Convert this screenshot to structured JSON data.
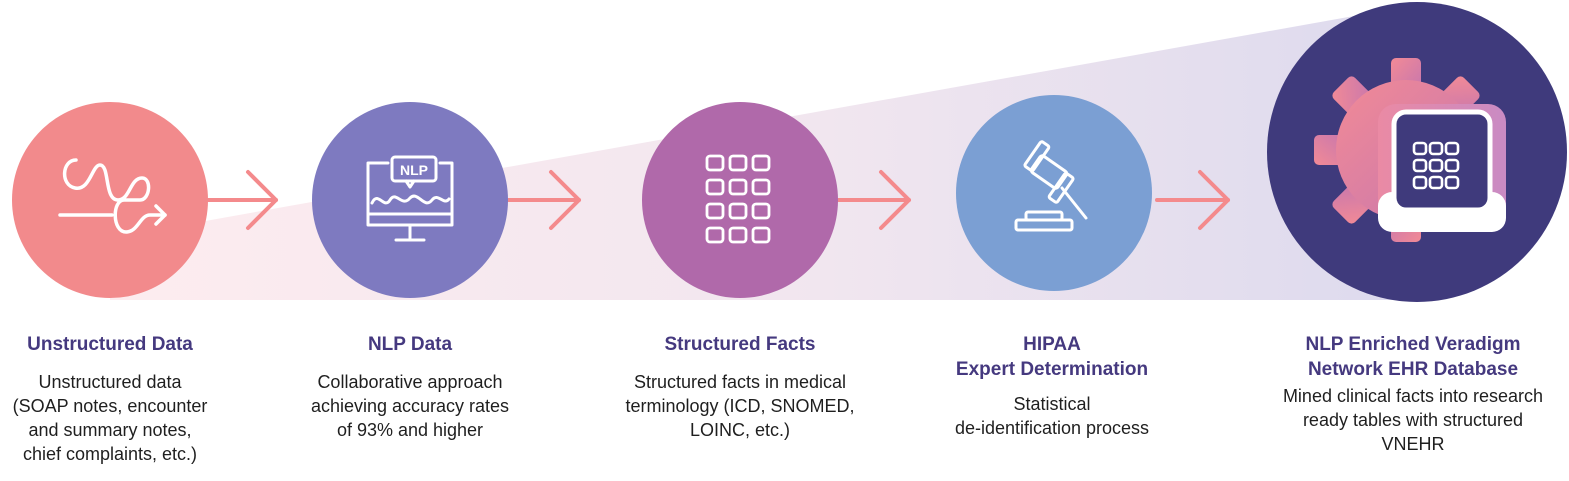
{
  "colors": {
    "coral": "#f28a8c",
    "violet": "#7e7ac0",
    "magenta": "#b069aa",
    "blue": "#7b9fd3",
    "indigo": "#3f3a7c",
    "arrow": "#f48a8c",
    "title_text": "#45397f",
    "band_start": "#fbe4ea",
    "band_end": "#e3e0f1"
  },
  "steps": [
    {
      "icon": "unstructured-path-icon",
      "title": "Unstructured Data",
      "description": "Unstructured data\n(SOAP notes, encounter\nand summary notes,\nchief complaints, etc.)"
    },
    {
      "icon": "nlp-monitor-icon",
      "icon_text": "NLP",
      "title": "NLP Data",
      "description": "Collaborative approach\nachieving accuracy rates\nof 93% and higher"
    },
    {
      "icon": "grid-icon",
      "title": "Structured Facts",
      "description": "Structured facts in medical\nterminology (ICD, SNOMED,\nLOINC, etc.)"
    },
    {
      "icon": "gavel-icon",
      "title": "HIPAA\nExpert Determination",
      "description": "Statistical\nde-identification process"
    },
    {
      "icon": "gear-database-icon",
      "title": "NLP Enriched Veradigm\nNetwork EHR Database",
      "description": "Mined clinical facts into research\nready tables with structured\nVNEHR"
    }
  ]
}
